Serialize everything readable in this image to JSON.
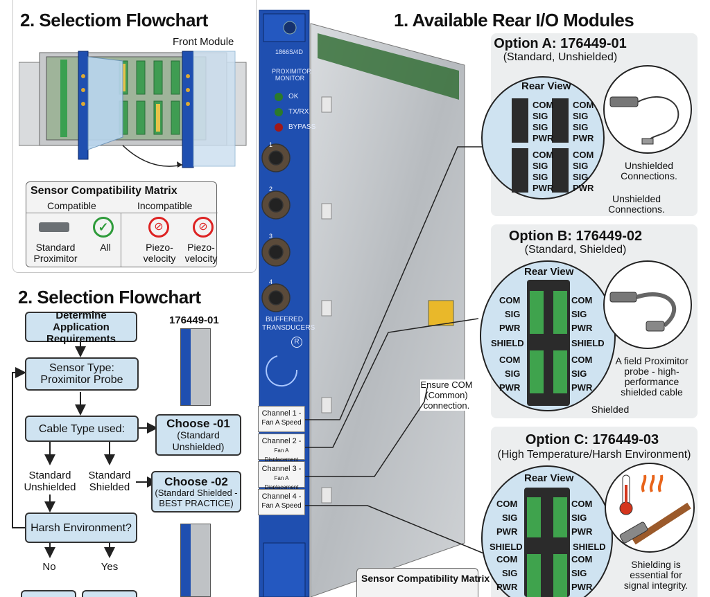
{
  "left_top": {
    "title": "2. Selectiom Flowchart",
    "front_module_label": "Front Module",
    "matrix": {
      "title": "Sensor Compatibility Matrix",
      "compatible_header": "Compatible",
      "incompatible_header": "Incompatible",
      "items": [
        "Standard Proximitor",
        "All",
        "Piezo- velocity",
        "Piezo- velocity"
      ]
    }
  },
  "flowchart": {
    "title": "2. Selection Flowchart",
    "part_label": "176449-01",
    "determine": "Determine Application Requirements",
    "sensor_type": "Sensor Type: Proximitor Probe",
    "cable_type": "Cable Type used:",
    "choose01_title": "Choose -01",
    "choose01_sub": "(Standard Unshielded)",
    "branch_unshielded": "Standard Unshielded",
    "branch_shielded": "Standard Shielded",
    "choose02_title": "Choose -02",
    "choose02_sub": "(Standard Shielded - BEST PRACTICE)",
    "harsh": "Harsh Environment?",
    "no": "No",
    "yes": "Yes"
  },
  "module": {
    "model": "1866S/4D",
    "name": "PROXIMITOR MONITOR",
    "leds": [
      "OK",
      "TX/RX",
      "BYPASS"
    ],
    "connector_numbers": [
      "1",
      "2",
      "3",
      "4"
    ],
    "buffered": "BUFFERED TRANSDUCERS",
    "logo": "R",
    "channels": [
      {
        "title": "Channel 1 -",
        "sub": "Fan A Speed"
      },
      {
        "title": "Channel 2 -",
        "sub": "Fan A Displacement"
      },
      {
        "title": "Channel 3 -",
        "sub": "Fan A Diaplacement"
      },
      {
        "title": "Channel 4 -",
        "sub": "Fan A Speed"
      }
    ],
    "ensure_note": "Ensure COM (Common) connection.",
    "bottom_matrix_title": "Sensor Compatibility Matrix"
  },
  "right": {
    "title": "1. Available Rear I/O Modules",
    "rear_view": "Rear View",
    "pins": [
      "COM",
      "SIG",
      "SIG",
      "PWR"
    ],
    "pins_b": [
      "COM",
      "SIG",
      "PWR"
    ],
    "shield": "SHIELD",
    "option_a": {
      "title": "Option A: 176449-01",
      "sub": "(Standard, Unshielded)",
      "caption1": "Unshielded Connections.",
      "caption2": "Unshielded Connections."
    },
    "option_b": {
      "title": "Option B: 176449-02",
      "sub": "(Standard, Shielded)",
      "caption1": "A field Proximitor probe - high-performance shielded cable",
      "caption2": "Shielded"
    },
    "option_c": {
      "title": "Option C: 176449-03",
      "sub": "(High Temperature/Harsh Environment)",
      "caption1": "Shielding is essential for signal integrity."
    }
  },
  "colors": {
    "module_blue": "#1f4fb0",
    "box_blue": "#cfe3f1",
    "panel_gray": "#eceeef",
    "terminal_green": "#3fa34d",
    "metal": "#c9cccf"
  }
}
